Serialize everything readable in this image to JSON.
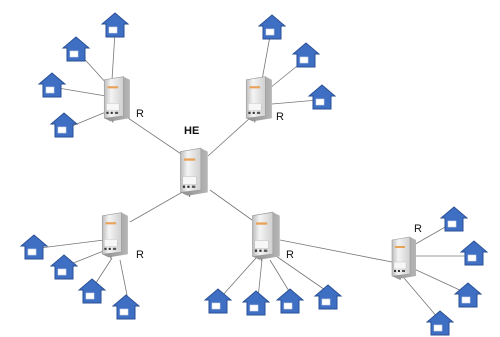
{
  "diagram": {
    "headend_label": "HE",
    "repeater_label": "R",
    "colors": {
      "line": "#777777",
      "house_fill": "#3f6fc2",
      "house_stroke": "#2a4f96",
      "house_window": "#ffffff",
      "device_body": "#e6e6e6",
      "device_edge": "#9a9a9a",
      "device_accent": "#e8a25a"
    },
    "nodes": [
      {
        "id": "he",
        "type": "headend",
        "label_ref": "headend_label"
      },
      {
        "id": "r_top_left",
        "type": "repeater",
        "label_ref": "repeater_label",
        "houses": 4
      },
      {
        "id": "r_top_right",
        "type": "repeater",
        "label_ref": "repeater_label",
        "houses": 3
      },
      {
        "id": "r_bottom_left",
        "type": "repeater",
        "label_ref": "repeater_label",
        "houses": 4
      },
      {
        "id": "r_bottom_center",
        "type": "repeater",
        "label_ref": "repeater_label",
        "houses": 4
      },
      {
        "id": "r_far_right",
        "type": "repeater",
        "label_ref": "repeater_label",
        "houses": 4
      }
    ],
    "icons": {
      "house": "house-icon",
      "device": "router-device-icon"
    }
  }
}
